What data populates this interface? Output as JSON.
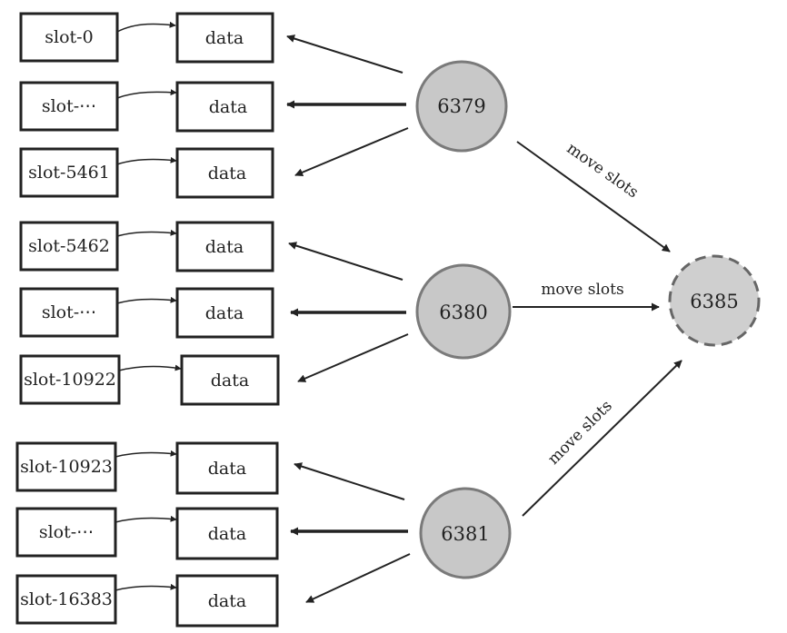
{
  "colors": {
    "stroke": "#222222",
    "node_fill": "#c8c8c8",
    "node_stroke": "#7a7a7a",
    "target_fill": "#cfcfcf",
    "target_stroke": "#666666"
  },
  "groups": [
    {
      "node": "6379",
      "rows": [
        {
          "slot": "slot-0",
          "data": "data"
        },
        {
          "slot": "slot-⋯",
          "data": "data"
        },
        {
          "slot": "slot-5461",
          "data": "data"
        }
      ]
    },
    {
      "node": "6380",
      "rows": [
        {
          "slot": "slot-5462",
          "data": "data"
        },
        {
          "slot": "slot-⋯",
          "data": "data"
        },
        {
          "slot": "slot-10922",
          "data": "data"
        }
      ]
    },
    {
      "node": "6381",
      "rows": [
        {
          "slot": "slot-10923",
          "data": "data"
        },
        {
          "slot": "slot-⋯",
          "data": "data"
        },
        {
          "slot": "slot-16383",
          "data": "data"
        }
      ]
    }
  ],
  "target": "6385",
  "edge_labels": [
    "move slots",
    "move slots",
    "move slots"
  ]
}
